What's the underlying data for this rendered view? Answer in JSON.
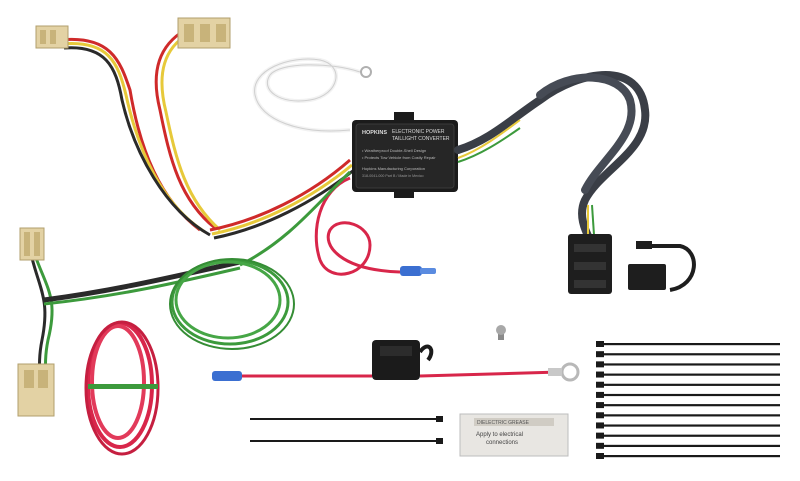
{
  "product": {
    "module_brand": "HOPKINS",
    "module_title_line1": "ELECTRONIC POWER",
    "module_title_line2": "TAILLIGHT CONVERTER",
    "module_bullet1": "• Weatherproof Double-Shell Design",
    "module_bullet2": "• Protects Tow Vehicle from Costly Repair",
    "module_maker": "Hopkins Manufacturing Corporation",
    "module_fine_print": "318-0041-000  Part B / Made in Mexico",
    "grease_packet_top": "DIELECTRIC GREASE",
    "grease_packet_line1": "Apply to electrical",
    "grease_packet_line2": "connections"
  },
  "colors": {
    "background": "#ffffff",
    "module_body": "#1b1b1b",
    "connector_tan": "#e3d2a4",
    "wire_green": "#3c9a3c",
    "wire_red": "#d8264a",
    "wire_white": "#f2f2f2",
    "harness_gray": "#3a3e46",
    "zip_tie": "#1a1a1a"
  },
  "items": {
    "zip_tie_count": 12,
    "short_tie_count": 2
  }
}
